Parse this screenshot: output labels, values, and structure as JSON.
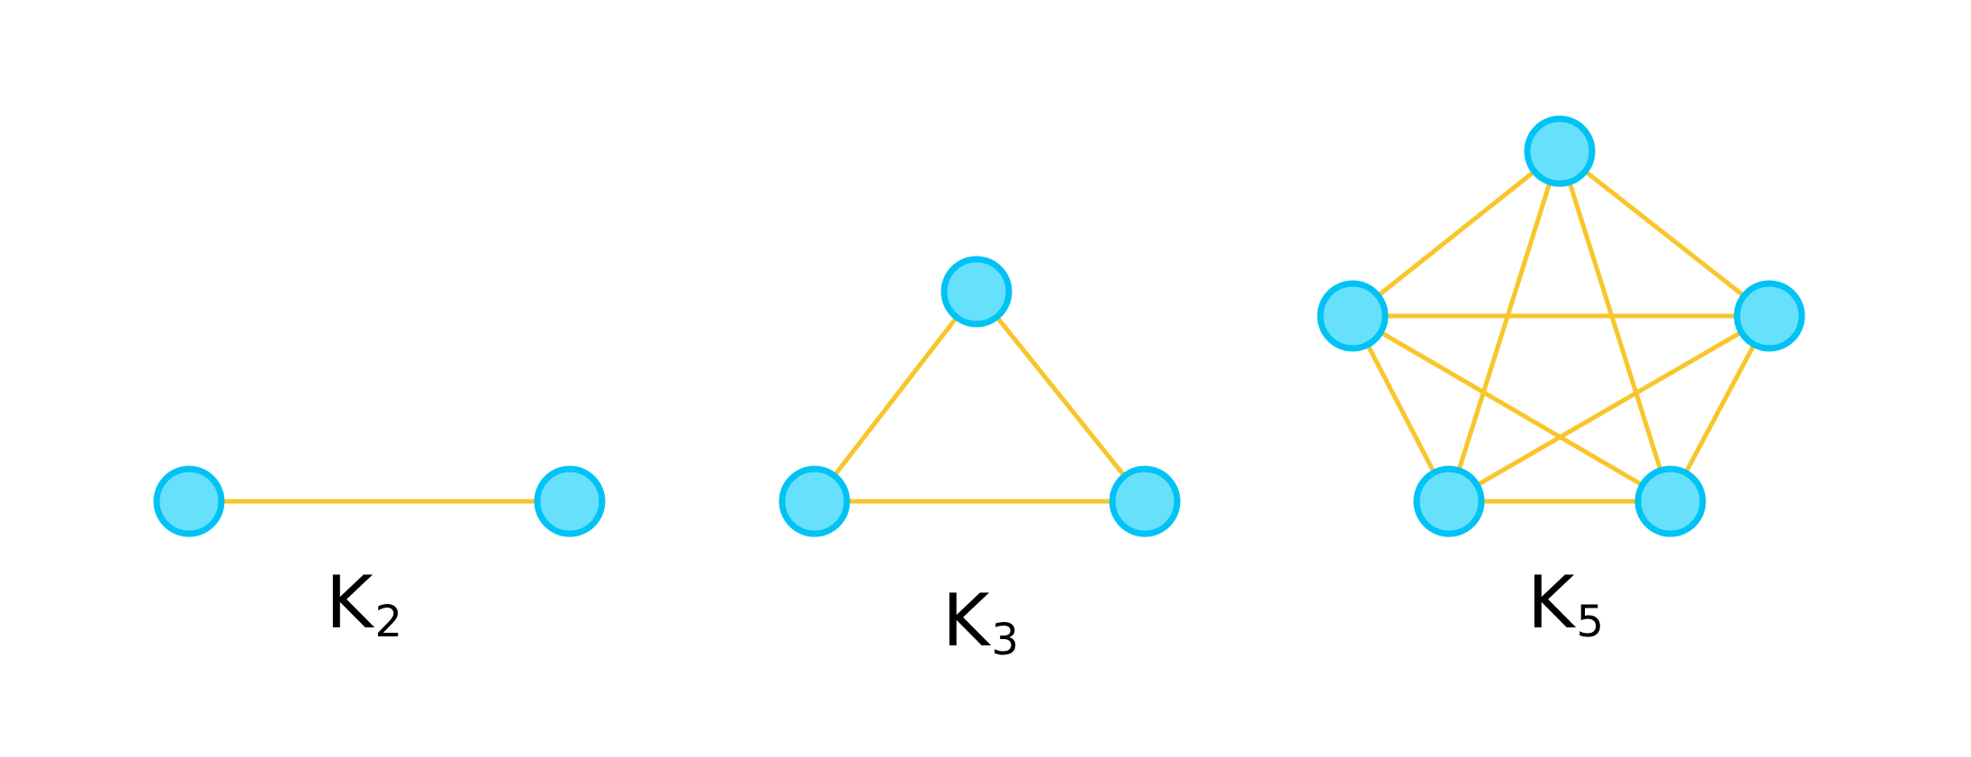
{
  "colors": {
    "edge": "#F8C62B",
    "node_fill": "#66E0FB",
    "node_stroke": "#00C2F5",
    "text": "#000000"
  },
  "graphs": [
    {
      "id": "k2",
      "label_main": "K",
      "label_sub": "2",
      "nodes": 2,
      "edges": [
        [
          0,
          1
        ]
      ]
    },
    {
      "id": "k3",
      "label_main": "K",
      "label_sub": "3",
      "nodes": 3,
      "edges": [
        [
          0,
          1
        ],
        [
          0,
          2
        ],
        [
          1,
          2
        ]
      ]
    },
    {
      "id": "k5",
      "label_main": "K",
      "label_sub": "5",
      "nodes": 5,
      "edges": [
        [
          0,
          1
        ],
        [
          0,
          2
        ],
        [
          0,
          3
        ],
        [
          0,
          4
        ],
        [
          1,
          2
        ],
        [
          1,
          3
        ],
        [
          1,
          4
        ],
        [
          2,
          3
        ],
        [
          2,
          4
        ],
        [
          3,
          4
        ]
      ]
    }
  ]
}
